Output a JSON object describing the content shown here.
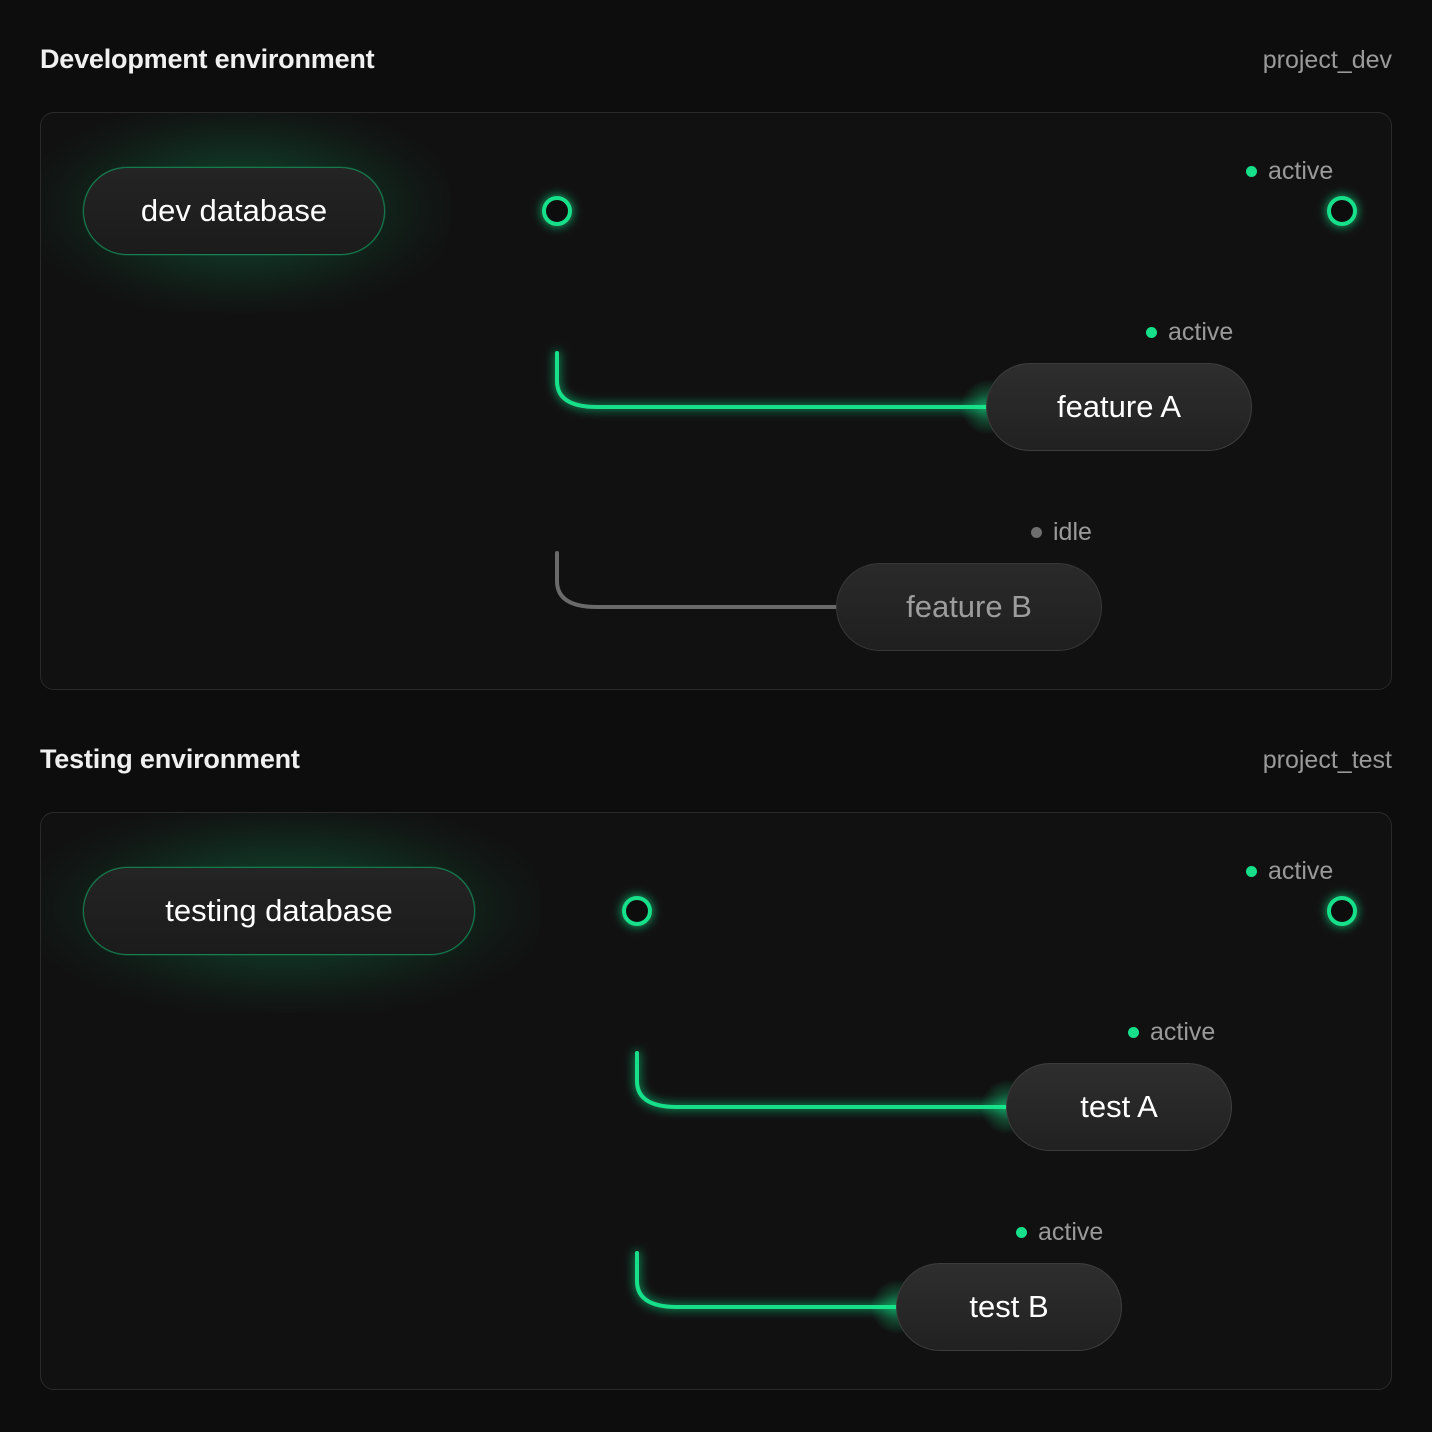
{
  "page": {
    "background": "#0d0d0d",
    "accent_active": "#16e08a",
    "accent_idle": "#6e6e6e"
  },
  "sections": [
    {
      "id": "development",
      "title": "Development environment",
      "project": "project_dev",
      "database": {
        "label": "dev database",
        "status": "active"
      },
      "trunk": {
        "endpoint_label": "active",
        "endpoint_status": "active"
      },
      "branches": [
        {
          "label": "feature A",
          "status": "active",
          "status_label": "active"
        },
        {
          "label": "feature B",
          "status": "idle",
          "status_label": "idle"
        }
      ]
    },
    {
      "id": "testing",
      "title": "Testing environment",
      "project": "project_test",
      "database": {
        "label": "testing database",
        "status": "active"
      },
      "trunk": {
        "endpoint_label": "active",
        "endpoint_status": "active"
      },
      "branches": [
        {
          "label": "test A",
          "status": "active",
          "status_label": "active"
        },
        {
          "label": "test B",
          "status": "active",
          "status_label": "active"
        }
      ]
    }
  ]
}
